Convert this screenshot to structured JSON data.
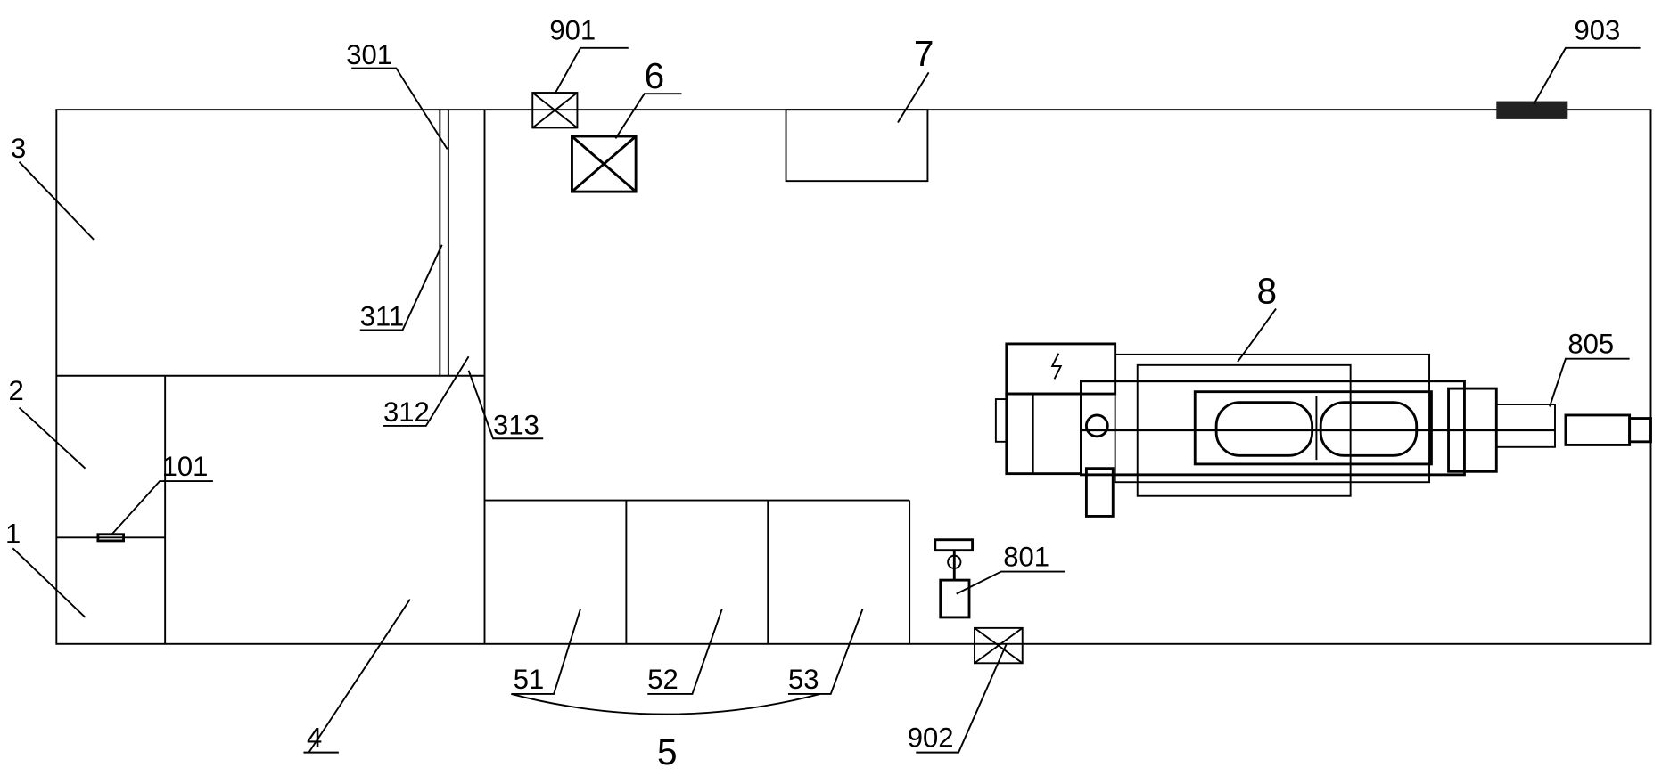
{
  "labels": {
    "l1": "1",
    "l2": "2",
    "l3": "3",
    "l4": "4",
    "l5": "5",
    "l51": "51",
    "l52": "52",
    "l53": "53",
    "l6": "6",
    "l7": "7",
    "l8": "8",
    "l101": "101",
    "l301": "301",
    "l311": "311",
    "l312": "312",
    "l313": "313",
    "l801": "801",
    "l805": "805",
    "l901": "901",
    "l902": "902",
    "l903": "903"
  },
  "colors": {
    "line": "#000000",
    "background": "#ffffff"
  }
}
